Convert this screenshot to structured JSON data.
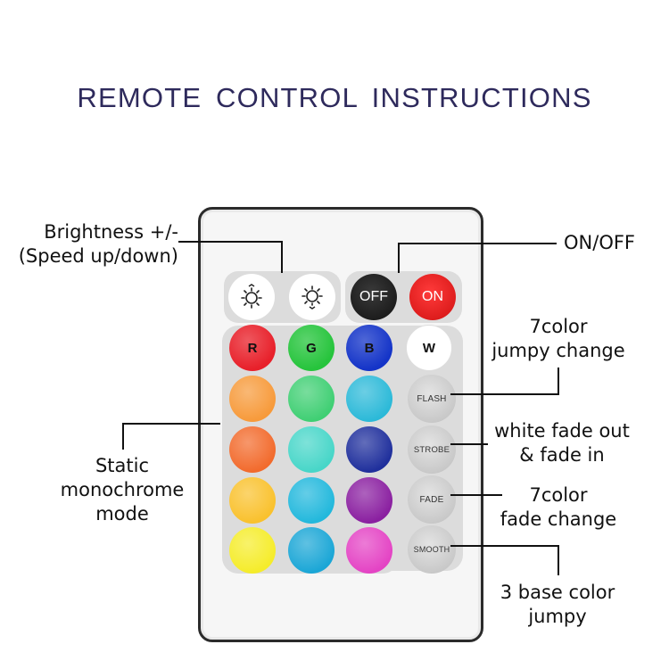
{
  "title": "REMOTE CONTROL INSTRUCTIONS",
  "remote": {
    "brightness_up_icon": "sun-up-icon",
    "brightness_down_icon": "sun-down-icon",
    "off_label": "OFF",
    "on_label": "ON",
    "rgbw": [
      {
        "label": "R",
        "color": "#e8202a"
      },
      {
        "label": "G",
        "color": "#26c43c"
      },
      {
        "label": "B",
        "color": "#1434c8"
      },
      {
        "label": "W",
        "color": "#ffffff"
      }
    ],
    "color_grid": [
      [
        "#f79a3a",
        "#3fcf73",
        "#2bb9d8"
      ],
      [
        "#f26a2c",
        "#47d6c8",
        "#1f2f9c"
      ],
      [
        "#f9c12d",
        "#22b8dc",
        "#8a1fa0"
      ],
      [
        "#f5ec2a",
        "#1aa6d6",
        "#e443c4"
      ]
    ],
    "mode_buttons": [
      "FLASH",
      "STROBE",
      "FADE",
      "SMOOTH"
    ]
  },
  "annotations": {
    "brightness": [
      "Brightness +/-",
      "(Speed up/down)"
    ],
    "on_off": "ON/OFF",
    "jumpy": [
      "7color",
      "jumpy change"
    ],
    "strobe": [
      "white fade out",
      "& fade in"
    ],
    "fade": [
      "7color",
      "fade change"
    ],
    "smooth": [
      "3 base color",
      "jumpy"
    ],
    "static": [
      "Static",
      "monochrome",
      "mode"
    ]
  }
}
